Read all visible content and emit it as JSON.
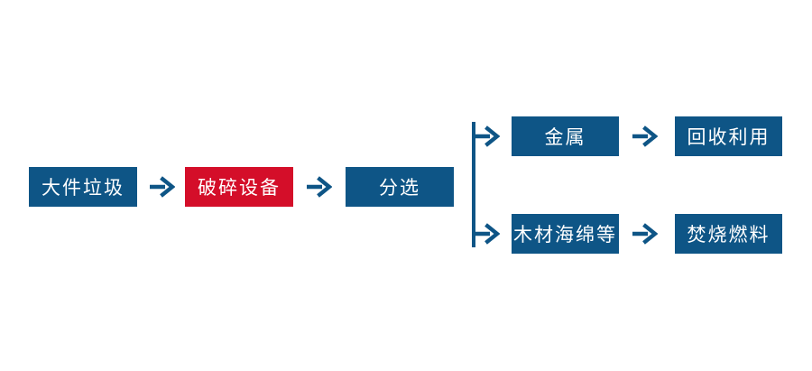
{
  "diagram": {
    "type": "flowchart",
    "colors": {
      "box-blue": "#0e5586",
      "box-red": "#d40e29",
      "arrow": "#0e5586",
      "text": "#ffffff",
      "background": "#ffffff"
    },
    "nodes": {
      "bulky_waste": {
        "label": "大件垃圾",
        "color": "blue"
      },
      "crushing_equipment": {
        "label": "破碎设备",
        "color": "red"
      },
      "sorting": {
        "label": "分选",
        "color": "blue"
      },
      "metal": {
        "label": "金属",
        "color": "blue"
      },
      "recycling": {
        "label": "回收利用",
        "color": "blue"
      },
      "wood_sponge": {
        "label": "木材海绵等",
        "color": "blue"
      },
      "incineration_fuel": {
        "label": "焚烧燃料",
        "color": "blue"
      }
    },
    "flow": [
      "bulky_waste -> crushing_equipment -> sorting",
      "sorting -> metal -> recycling",
      "sorting -> wood_sponge -> incineration_fuel"
    ]
  }
}
